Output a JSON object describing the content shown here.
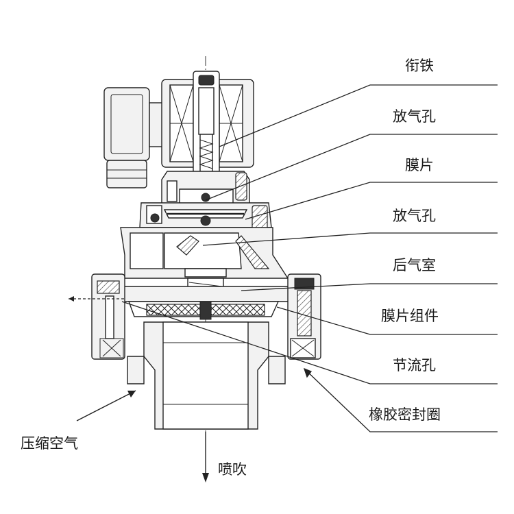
{
  "callouts": [
    {
      "id": "armature",
      "label": "衔铁"
    },
    {
      "id": "vent-hole-1",
      "label": "放气孔"
    },
    {
      "id": "diaphragm",
      "label": "膜片"
    },
    {
      "id": "vent-hole-2",
      "label": "放气孔"
    },
    {
      "id": "rear-chamber",
      "label": "后气室"
    },
    {
      "id": "diaphragm-assembly",
      "label": "膜片组件"
    },
    {
      "id": "throttle-hole",
      "label": "节流孔"
    },
    {
      "id": "rubber-seal",
      "label": "橡胶密封圈"
    }
  ],
  "inlet": {
    "label": "压缩空气"
  },
  "outlet": {
    "label": "喷吹"
  },
  "colors": {
    "line": "#222222",
    "body": "#f2f2f2",
    "background": "#ffffff"
  }
}
